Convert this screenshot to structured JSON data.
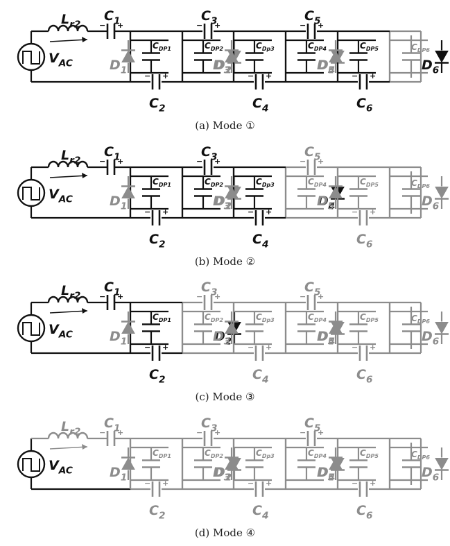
{
  "colors": {
    "active": "#111111",
    "inactive": "#8c8c8c"
  },
  "labels": {
    "vac_main": "V",
    "vac_sub": "AC",
    "lr_main": "L",
    "lr_sub": "r2",
    "c_main": "C",
    "cdp_main": "C",
    "cdp_sub_prefix": "DP",
    "cdp3_sub": "Dp3",
    "d_main": "D",
    "plus": "+",
    "minus": "−"
  },
  "panels": [
    {
      "caption": "(a) Mode ①",
      "active": {
        "source": true,
        "lr": true,
        "c": [
          1,
          2,
          3,
          4,
          5,
          6
        ],
        "d": [
          6
        ],
        "cdp": [
          1,
          2,
          3,
          4,
          5
        ],
        "stages": 5
      }
    },
    {
      "caption": "(b) Mode ②",
      "active": {
        "source": true,
        "lr": true,
        "c": [
          1,
          2,
          3,
          4
        ],
        "d": [
          4
        ],
        "cdp": [
          1,
          2,
          3
        ],
        "stages": 3
      }
    },
    {
      "caption": "(c) Mode ③",
      "active": {
        "source": true,
        "lr": true,
        "c": [
          1,
          2
        ],
        "d": [
          2
        ],
        "cdp": [
          1
        ],
        "stages": 1
      }
    },
    {
      "caption": "(d) Mode ④",
      "active": {
        "source": true,
        "lr": false,
        "c": [],
        "d": [],
        "cdp": [],
        "stages": 0
      }
    }
  ]
}
